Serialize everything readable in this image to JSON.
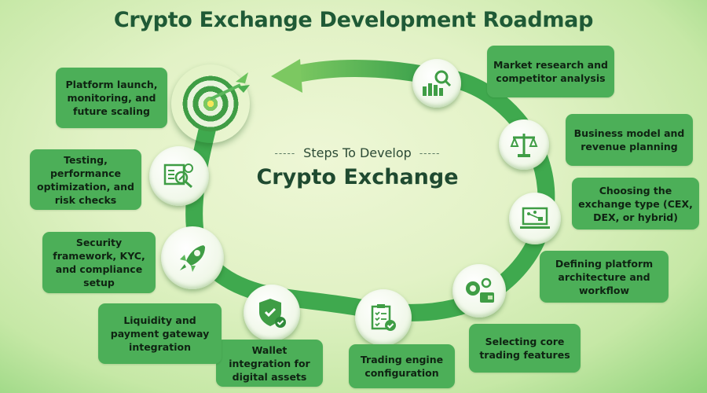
{
  "header": {
    "title": "Crypto Exchange Development Roadmap"
  },
  "center": {
    "subtitle": "Steps To Develop",
    "dash_left": "-----",
    "dash_right": "-----",
    "main": "Crypto Exchange"
  },
  "colors": {
    "box_green": "#4caf58",
    "ring_green": "#3fa94e",
    "title_green": "#1f5a36",
    "icon_green": "#3f9d45"
  },
  "steps": [
    {
      "label": "Market research and competitor analysis",
      "icon": "bar-chart-magnifier-icon"
    },
    {
      "label": "Business model and revenue planning",
      "icon": "balance-scale-icon"
    },
    {
      "label": "Choosing the exchange type (CEX, DEX, or hybrid)",
      "icon": "laptop-network-icon"
    },
    {
      "label": "Defining platform architecture and workflow",
      "icon": "gears-wallet-icon"
    },
    {
      "label": "Selecting core trading features",
      "icon": "gears-wallet-icon"
    },
    {
      "label": "Trading engine configuration",
      "icon": "clipboard-check-icon"
    },
    {
      "label": "Wallet integration for digital assets",
      "icon": "shield-check-icon"
    },
    {
      "label": "Liquidity and payment gateway integration",
      "icon": "none"
    },
    {
      "label": "Security framework, KYC, and compliance setup",
      "icon": "rocket-icon"
    },
    {
      "label": "Testing, performance optimization, and risk checks",
      "icon": "document-magnifier-icon"
    },
    {
      "label": "Platform launch, monitoring, and future scaling",
      "icon": "target-dart-icon"
    }
  ]
}
